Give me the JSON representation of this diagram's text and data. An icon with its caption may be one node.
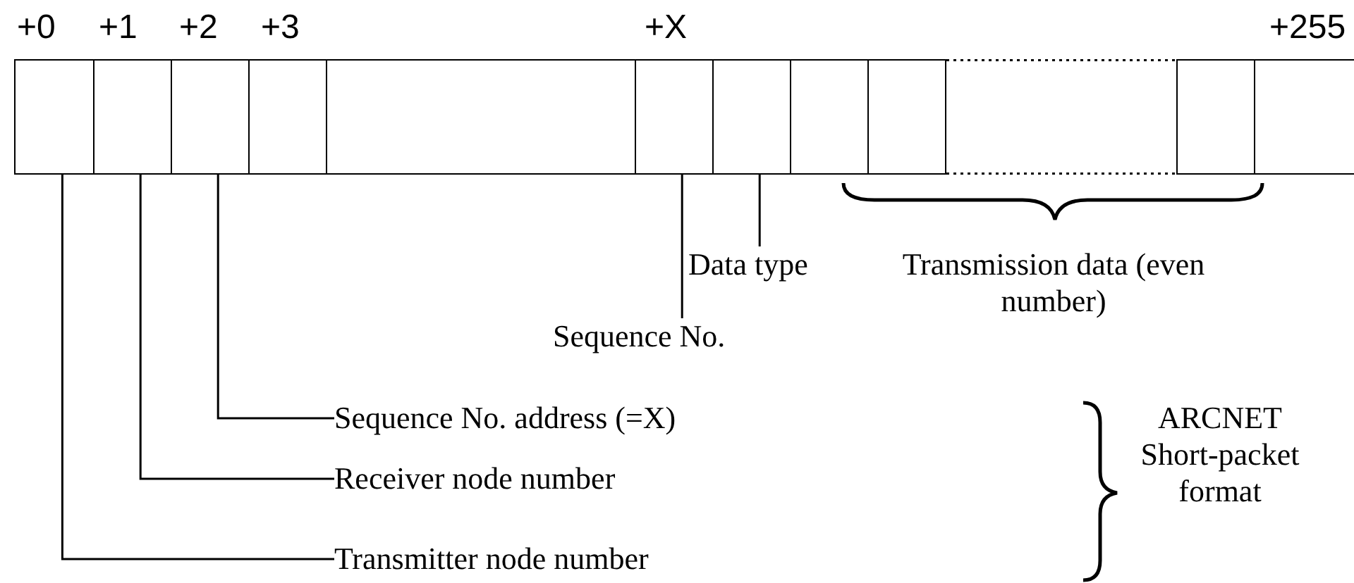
{
  "diagram": {
    "nodes": [
      {
        "text": [],
        "shape": "box"
      },
      {
        "text": [],
        "shape": "box"
      },
      {
        "text": [],
        "shape": "box"
      },
      {
        "text": [],
        "shape": "box"
      },
      {
        "text": [],
        "shape": "box"
      },
      {
        "text": [],
        "shape": "box"
      },
      {
        "text": [],
        "shape": "box"
      },
      {
        "text": [],
        "shape": "box"
      },
      {
        "text": [],
        "shape": "box"
      },
      {
        "text": [],
        "shape": "box"
      },
      {
        "text": [],
        "shape": "box"
      },
      {
        "text": [
          "Data type"
        ]
      },
      {
        "text": [
          "Sequence No."
        ]
      },
      {
        "text": [
          "Sequence No. address  (=X)"
        ]
      },
      {
        "text": [
          "Receiver node number"
        ]
      },
      {
        "text": [
          "Transmitter node number"
        ]
      }
    ],
    "edges": [
      {
        "from": 11,
        "to": 6,
        "arrow": "none"
      },
      {
        "from": 12,
        "to": 5,
        "arrow": "none"
      },
      {
        "from": 13,
        "to": 2,
        "arrow": "none"
      },
      {
        "from": 14,
        "to": 1,
        "arrow": "none"
      },
      {
        "from": 15,
        "to": 0,
        "arrow": "none"
      }
    ],
    "labels": [
      "+0",
      "+1",
      "+2",
      "+3",
      "+X",
      "+255",
      "Transmission data (even number)",
      "ARCNET Short-packet format"
    ]
  }
}
